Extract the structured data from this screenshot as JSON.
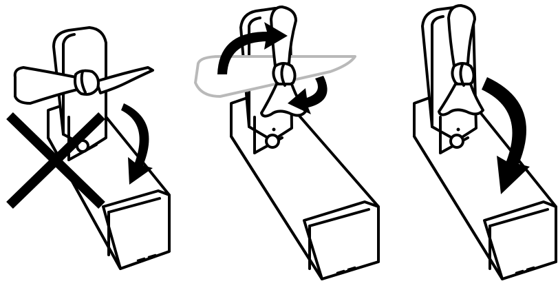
{
  "panels": [
    {
      "id": "panel-1",
      "state": "incorrect",
      "marker": "cross-icon",
      "arrow": "curved-down-arrow"
    },
    {
      "id": "panel-2",
      "state": "rotate-blade",
      "marker": "",
      "arrow": "curved-rotation-arrows"
    },
    {
      "id": "panel-3",
      "state": "correct",
      "marker": "",
      "arrow": "curved-down-arrow"
    }
  ],
  "colors": {
    "line": "#000000",
    "ghost": "#b9b9b9",
    "background": "#ffffff"
  }
}
